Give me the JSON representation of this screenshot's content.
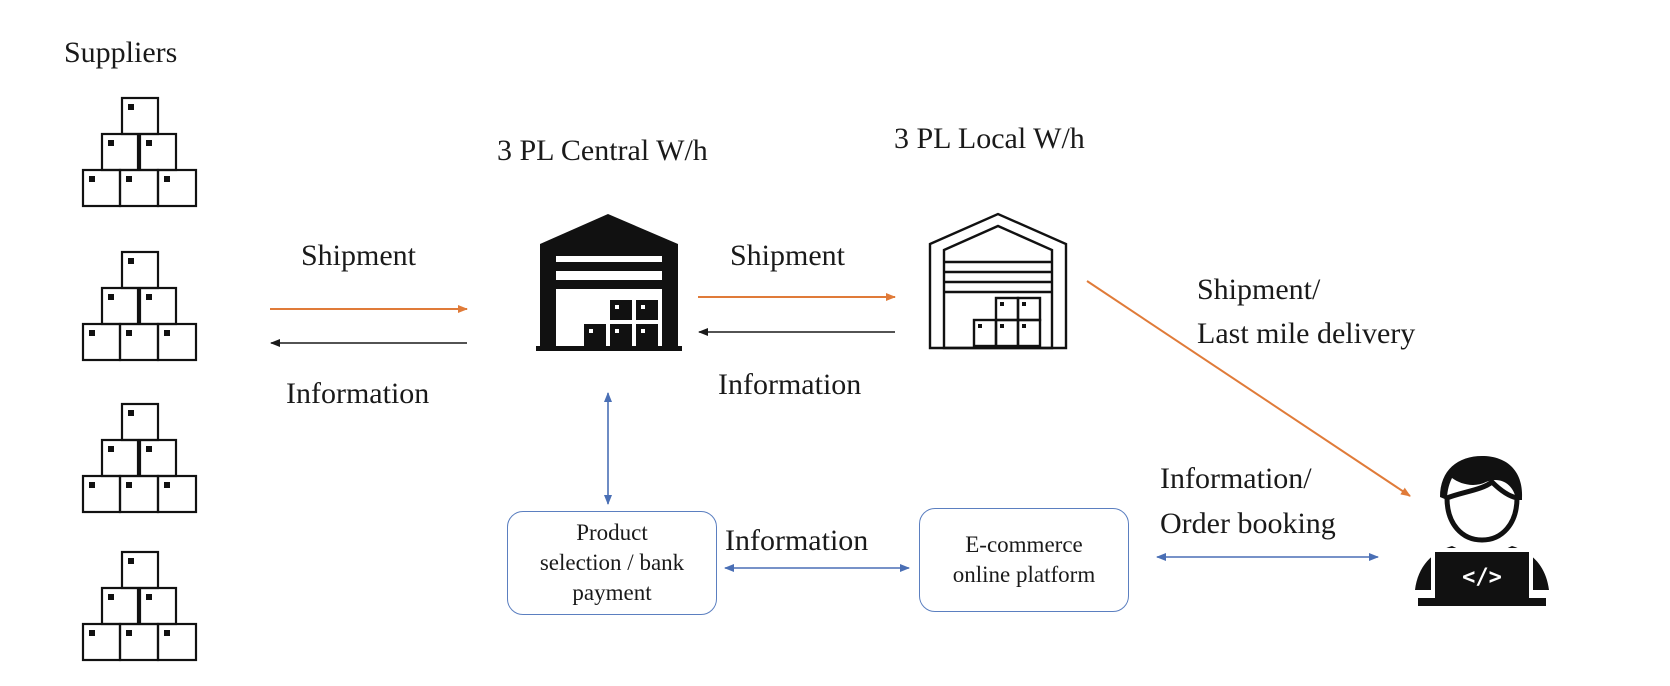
{
  "labels": {
    "suppliers": "Suppliers",
    "central_wh": "3 PL Central W/h",
    "local_wh": "3 PL Local W/h",
    "shipment_1": "Shipment",
    "information_1": "Information",
    "shipment_2": "Shipment",
    "information_2": "Information",
    "last_mile_line1": "Shipment/",
    "last_mile_line2": "Last mile delivery",
    "information_3": "Information",
    "order_line1": "Information/",
    "order_line2": "Order booking"
  },
  "boxes": {
    "product_selection": "Product\nselection / bank\npayment",
    "ecommerce": "E-commerce\nonline platform"
  },
  "icons": {
    "supplier_stack": "box-stack-icon",
    "central_warehouse": "warehouse-filled-icon",
    "local_warehouse": "warehouse-outline-icon",
    "customer": "developer-laptop-icon"
  },
  "colors": {
    "shipment_arrow": "#e07b39",
    "information_arrow": "#1a1a1a",
    "platform_arrow": "#4a6fb5",
    "box_border": "#5b7fc0"
  }
}
